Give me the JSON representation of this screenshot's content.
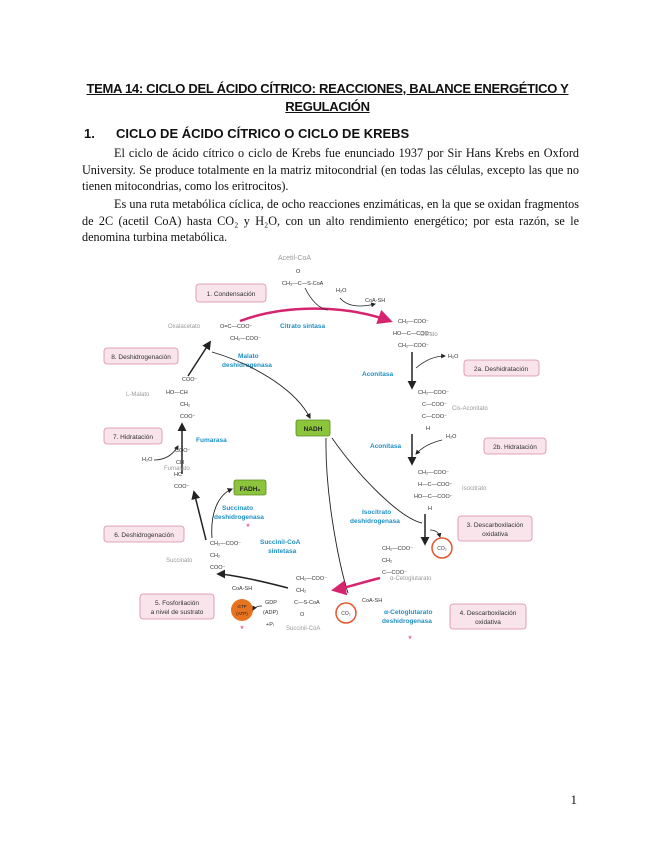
{
  "document": {
    "title": "TEMA 14: CICLO DEL ÁCIDO CÍTRICO: REACCIONES, BALANCE ENERGÉTICO Y REGULACIÓN",
    "section_number": "1.",
    "section_title": "CICLO DE ÁCIDO CÍTRICO O CICLO DE KREBS",
    "paragraph1": "El ciclo de ácido cítrico o ciclo de Krebs fue enunciado 1937 por Sir Hans Krebs en Oxford University. Se produce totalmente en la matriz mitocondrial (en todas las células, excepto las que no tienen mitocondrias, como los eritrocitos).",
    "paragraph2": "Es una ruta metabólica cíclica, de ocho reacciones enzimáticas, en la que se oxidan fragmentos de 2C (acetil CoA) hasta CO₂ y H₂O, con un alto rendimiento energético; por esta razón, se le denomina turbina metabólica.",
    "page_number": "1"
  },
  "diagram": {
    "top": {
      "acetyl": "Acetil-CoA",
      "coash": "CoA-SH",
      "h2o": "H₂O"
    },
    "steps": {
      "s1": "1. Condensación",
      "s2a": "2a. Deshidratación",
      "s2b": "2b. Hidratación",
      "s3a": "3. Descarboxilación",
      "s3b": "oxidativa",
      "s4a": "4. Descarboxilación",
      "s4b": "oxidativa",
      "s5a": "5. Fosforilación",
      "s5b": "a nivel de sustrato",
      "s6": "6. Deshidrogenación",
      "s7": "7. Hidratación",
      "s8": "8. Deshidrogenación"
    },
    "enzymes": {
      "citrato_sintasa": "Citrato sintasa",
      "aconitasa1": "Aconitasa",
      "aconitasa2": "Aconitasa",
      "isocitrato_dh1": "Isocitrato",
      "isocitrato_dh2": "deshidrogenasa",
      "acg_dh1": "α-Cetoglutarato",
      "acg_dh2": "deshidrogenasa",
      "succ_coa_s1": "Succinil-CoA",
      "succ_coa_s2": "sintetasa",
      "succ_dh1": "Succinato",
      "succ_dh2": "deshidrogenasa",
      "fumarasa": "Fumarasa",
      "malato_dh1": "Malato",
      "malato_dh2": "deshidrogenasa"
    },
    "metabolites": {
      "oxalacetato": "Oxalacetato",
      "citrato": "Citrato",
      "cis_aconitato": "Cis-Aconitato",
      "isocitrato": "Isocitrato",
      "acg": "α-Cetoglutarato",
      "succinil_coa": "Succinil-CoA",
      "succinato": "Succinato",
      "fumarato": "Fumarato",
      "l_malato": "L-Malato"
    },
    "cofactors": {
      "nadh": "NADH",
      "fadh2": "FADH₂",
      "co2": "CO₂",
      "gtp1": "GTP",
      "gtp2": "(ATP)",
      "gdp1": "GDP",
      "gdp2": "(ADP)",
      "pi": "+Pᵢ",
      "coash2": "CoA-SH",
      "coash3": "CoA-SH",
      "h2o_a": "H₂O",
      "h2o_b": "H₂O",
      "h2o_c": "H₂O",
      "star": "*"
    },
    "formulas": {
      "acetyl_1": "O",
      "acetyl_2": "CH₃—C—S-CoA",
      "oxal_1": "O=C—COO⁻",
      "oxal_2": "CH₂—COO⁻",
      "cit_1": "CH₂—COO⁻",
      "cit_2": "HO—C—COO⁻",
      "cit_3": "CH₂—COO⁻",
      "cis_1": "CH₂—COO⁻",
      "cis_2": "C—COO⁻",
      "cis_3": "C—COO⁻",
      "cis_4": "H",
      "iso_1": "CH₂—COO⁻",
      "iso_2": "H—C—COO⁻",
      "iso_3": "HO—C—COO⁻",
      "iso_4": "H",
      "acg_1": "CH₂—COO⁻",
      "acg_2": "CH₂",
      "acg_3": "C—COO⁻",
      "scoa_1": "CH₂—COO⁻",
      "scoa_2": "CH₂",
      "scoa_3": "C—S-CoA",
      "scoa_4": "O",
      "succ_1": "CH₂—COO⁻",
      "succ_2": "CH₂",
      "succ_3": "COO⁻",
      "fum_1": "COO⁻",
      "fum_2": "CH",
      "fum_3": "HC",
      "fum_4": "COO⁻",
      "mal_1": "COO⁻",
      "mal_2": "HO—CH",
      "mal_3": "CH₂",
      "mal_4": "COO⁻"
    },
    "colors": {
      "step_fill": "#f8e4ea",
      "step_stroke": "#d98aa0",
      "enzyme": "#1f8fc2",
      "cofactor": "#8cc43c",
      "co2": "#e4572e",
      "gtp": "#e8731e",
      "arrow_pink": "#d6246e",
      "metabolite": "#9a9a9a"
    }
  }
}
